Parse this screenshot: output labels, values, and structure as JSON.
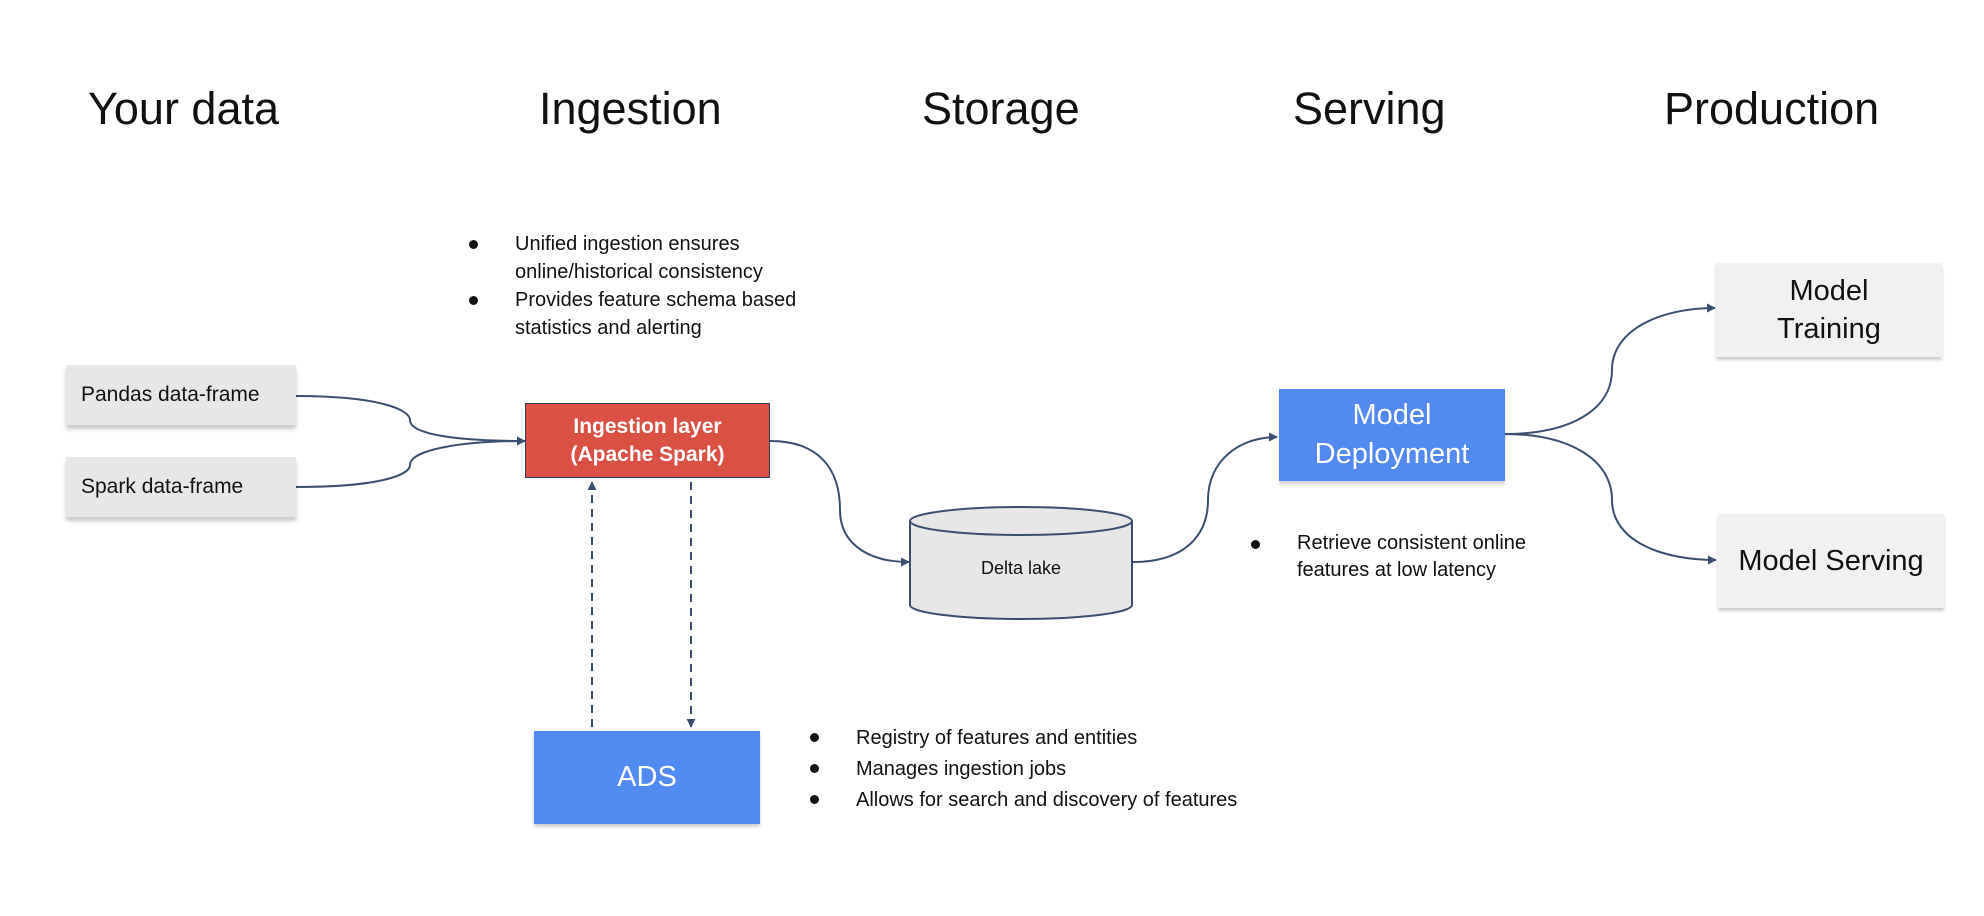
{
  "stages": {
    "your_data": "Your data",
    "ingestion": "Ingestion",
    "storage": "Storage",
    "serving": "Serving",
    "production": "Production"
  },
  "sources": {
    "pandas": "Pandas data-frame",
    "spark": "Spark data-frame"
  },
  "ingestion_layer": {
    "label": "Ingestion layer\n(Apache Spark)"
  },
  "storage": {
    "delta_lake": "Delta lake"
  },
  "ads": {
    "label": "ADS"
  },
  "serving": {
    "deployment": "Model\nDeployment"
  },
  "production": {
    "training": "Model\nTraining",
    "model_serving": "Model Serving"
  },
  "notes": {
    "ingestion": [
      "Unified ingestion ensures online/historical consistency",
      "Provides feature schema based statistics and alerting"
    ],
    "serving": [
      "Retrieve consistent online features at low latency"
    ],
    "ads": [
      "Registry of features and entities",
      "Manages ingestion jobs",
      "Allows for search and discovery of features"
    ]
  },
  "colors": {
    "ingestion_red": "#da5043",
    "accent_blue": "#518af0",
    "source_gray": "#e7e7e7",
    "edge_navy": "#3a4f70"
  }
}
